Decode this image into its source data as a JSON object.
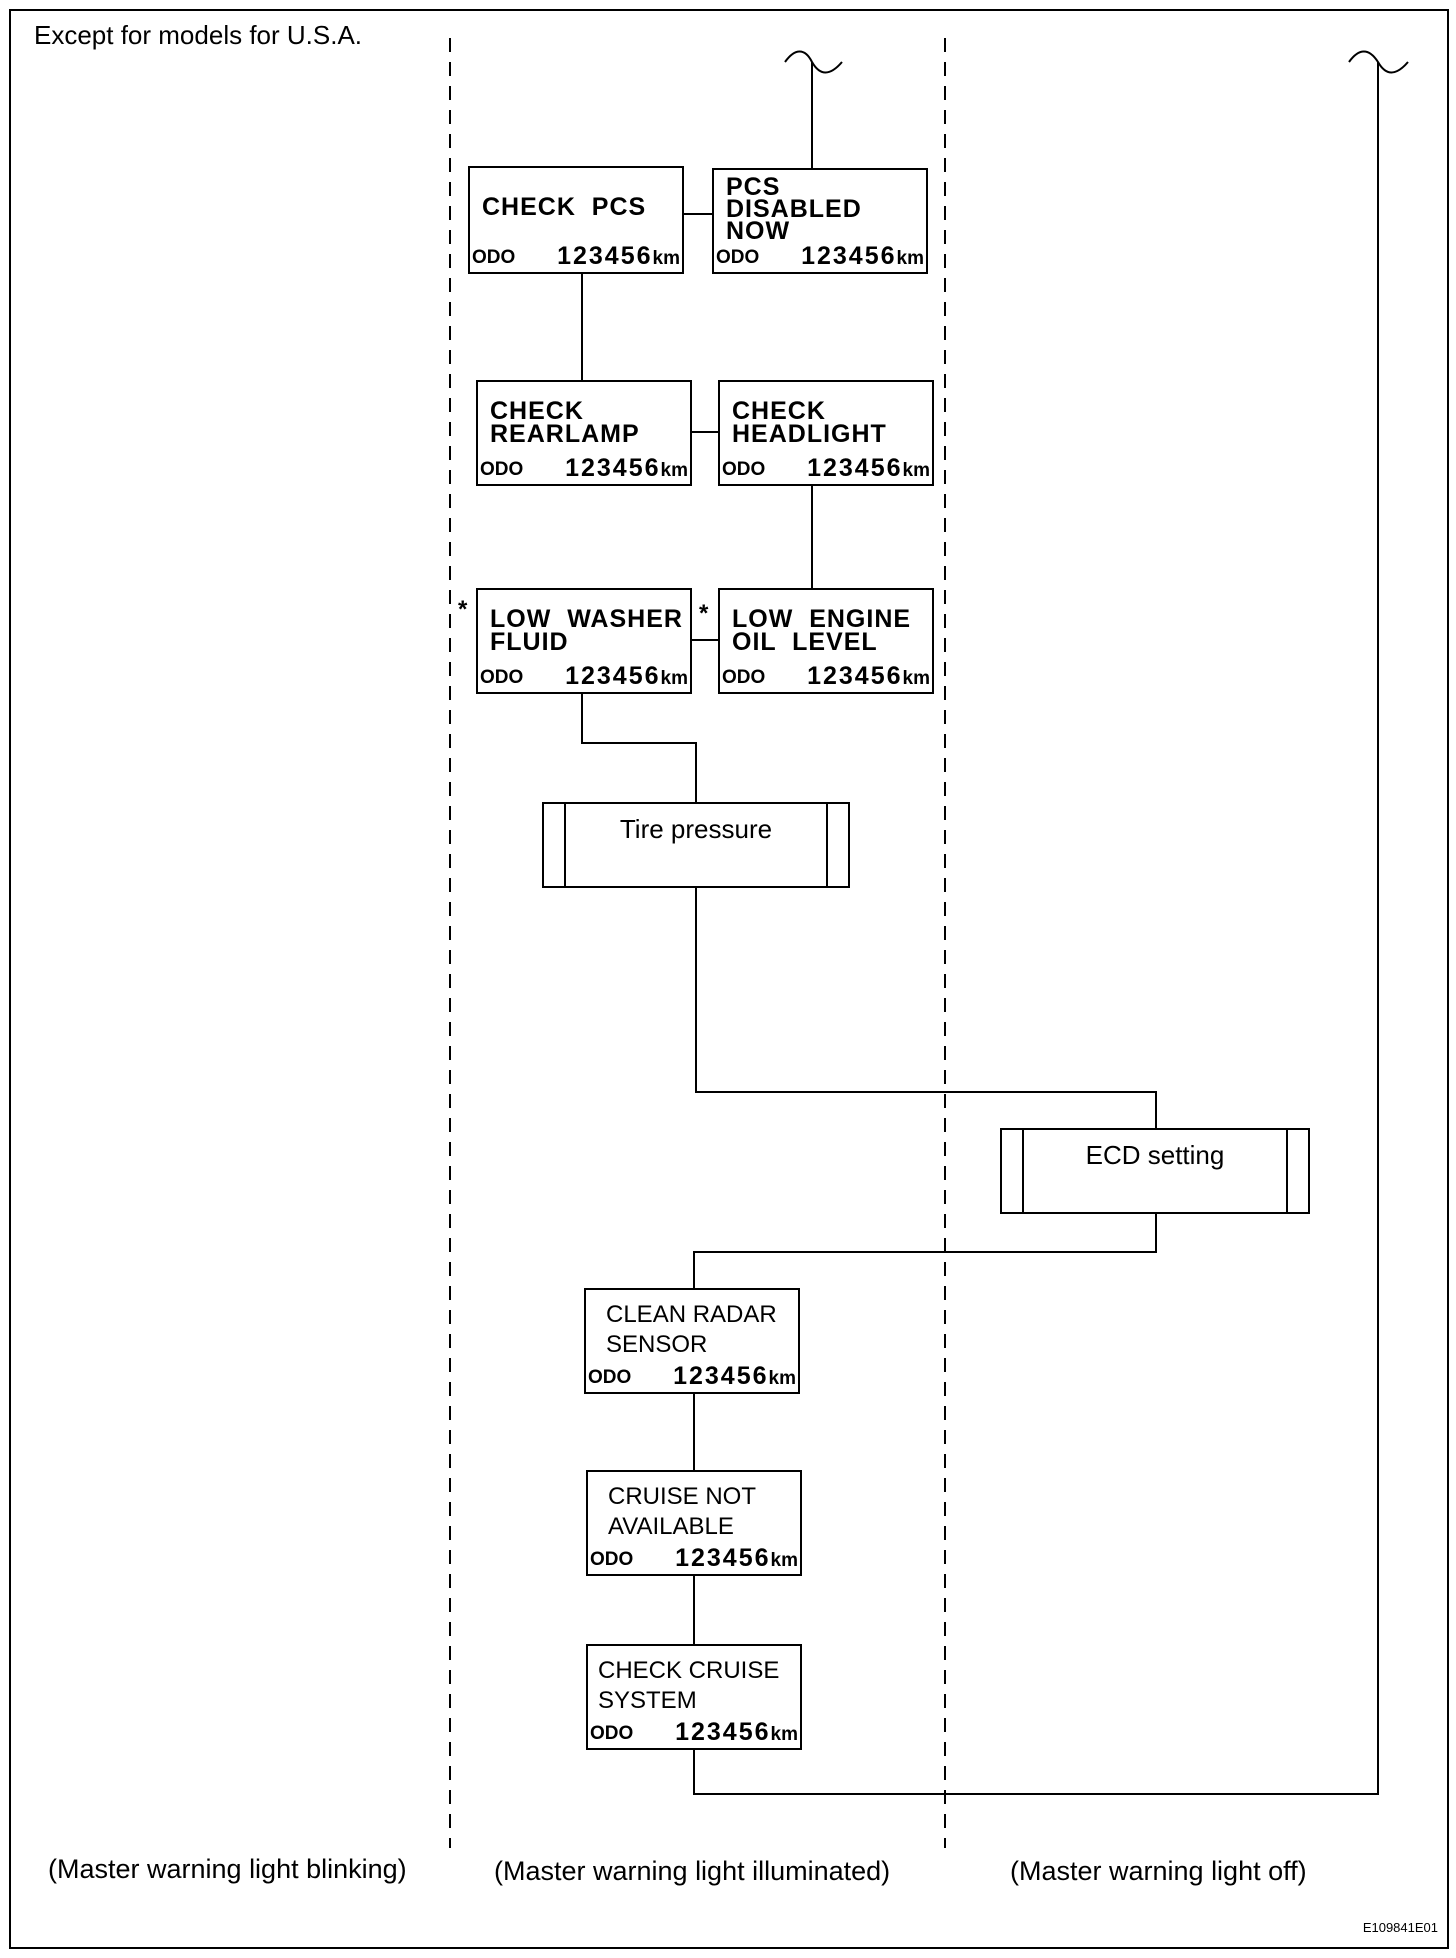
{
  "header": {
    "note": "Except for models for U.S.A."
  },
  "regions": {
    "blinking": "(Master warning light blinking)",
    "illuminated": "(Master warning light illuminated)",
    "off": "(Master warning light off)"
  },
  "odo_label": "ODO",
  "odo_value": "123456",
  "odo_unit": "km",
  "asterisk": "*",
  "displays": {
    "check_pcs": "CHECK  PCS",
    "pcs_disabled": "PCS\nDISABLED\nNOW",
    "check_rearlamp": "CHECK\nREARLAMP",
    "check_headlight": "CHECK\nHEADLIGHT",
    "low_washer": "LOW  WASHER\nFLUID",
    "low_engine_oil": "LOW  ENGINE\nOIL  LEVEL",
    "clean_radar": "CLEAN RADAR\nSENSOR",
    "cruise_not_available": "CRUISE NOT\nAVAILABLE",
    "check_cruise": "CHECK CRUISE\nSYSTEM"
  },
  "subprocesses": {
    "tire_pressure": "Tire pressure",
    "ecd_setting": "ECD setting"
  },
  "figure_id": "E109841E01"
}
